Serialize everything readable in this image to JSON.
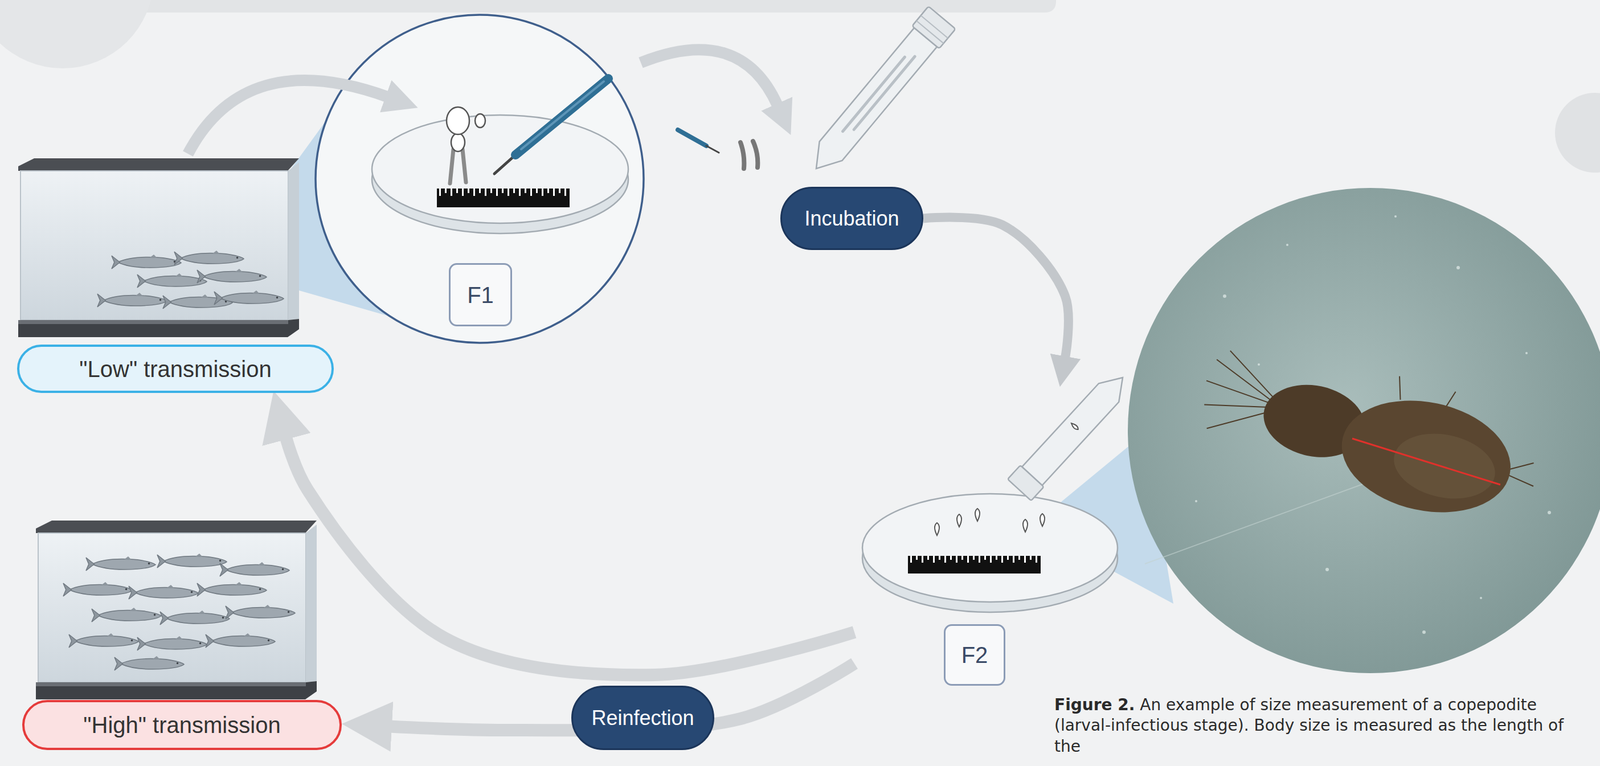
{
  "diagram": {
    "caption": "Figure 2. An example of size measurement of a copepodite (larval-infectious stage). Body size is measured as the length of the",
    "nodes": [
      {
        "text": [
          "\"Low\" transmission"
        ]
      },
      {
        "text": [
          "F1"
        ]
      },
      {
        "text": [
          "Incubation"
        ]
      },
      {
        "text": [
          "F2"
        ]
      },
      {
        "text": [
          "\"High\" transmission"
        ]
      },
      {
        "text": [
          "Reinfection"
        ]
      }
    ],
    "edges": [
      {
        "from": 2,
        "to": 3,
        "arrow": "to"
      },
      {
        "from": 3,
        "to": 0,
        "arrow": "to"
      },
      {
        "from": 3,
        "to": 4,
        "arrow": "to"
      }
    ]
  }
}
